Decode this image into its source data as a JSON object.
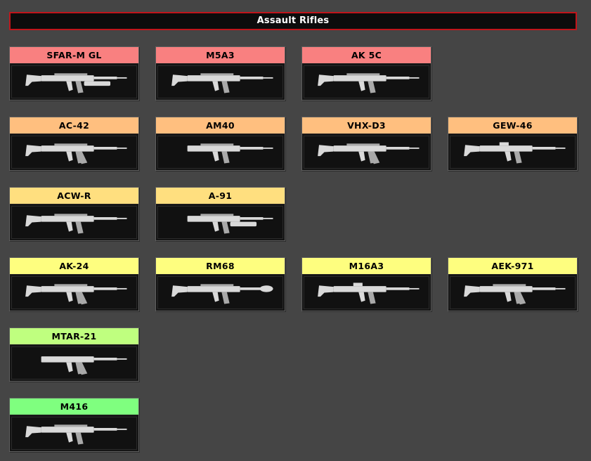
{
  "header": {
    "title": "Assault Rifles"
  },
  "colors": {
    "background": "#454545",
    "header_border": "#c0151b",
    "tier_1": "#f98080",
    "tier_2": "#ffbf7f",
    "tier_3": "#ffdf7f",
    "tier_4": "#fefe7f",
    "tier_5": "#bfff7f",
    "tier_6": "#7fff7f"
  },
  "tiers": [
    {
      "color": "#f98080",
      "weapons": [
        {
          "name": "SFAR-M GL",
          "icon": "sfar-m-gl-rifle-icon",
          "shape": "gl"
        },
        {
          "name": "M5A3",
          "icon": "m5a3-rifle-icon",
          "shape": "bullpup-short"
        },
        {
          "name": "AK 5C",
          "icon": "ak-5c-rifle-icon",
          "shape": "long"
        }
      ]
    },
    {
      "color": "#ffbf7f",
      "weapons": [
        {
          "name": "AC-42",
          "icon": "ac-42-rifle-icon",
          "shape": "bullpup"
        },
        {
          "name": "AM40",
          "icon": "am40-rifle-icon",
          "shape": "compact"
        },
        {
          "name": "VHX-D3",
          "icon": "vhx-d3-rifle-icon",
          "shape": "bullpup"
        },
        {
          "name": "GEW-46",
          "icon": "gew-46-rifle-icon",
          "shape": "g36"
        }
      ]
    },
    {
      "color": "#ffdf7f",
      "weapons": [
        {
          "name": "ACW-R",
          "icon": "acw-r-rifle-icon",
          "shape": "long"
        },
        {
          "name": "A-91",
          "icon": "a-91-rifle-icon",
          "shape": "compact-gl"
        }
      ]
    },
    {
      "color": "#fefe7f",
      "weapons": [
        {
          "name": "AK-24",
          "icon": "ak-24-rifle-icon",
          "shape": "ak"
        },
        {
          "name": "RM68",
          "icon": "rm68-rifle-icon",
          "shape": "suppressed"
        },
        {
          "name": "M16A3",
          "icon": "m16a3-rifle-icon",
          "shape": "m16"
        },
        {
          "name": "AEK-971",
          "icon": "aek-971-rifle-icon",
          "shape": "ak"
        }
      ]
    },
    {
      "color": "#bfff7f",
      "weapons": [
        {
          "name": "MTAR-21",
          "icon": "mtar-21-rifle-icon",
          "shape": "tavor"
        }
      ]
    },
    {
      "color": "#7fff7f",
      "weapons": [
        {
          "name": "M416",
          "icon": "m416-rifle-icon",
          "shape": "m4"
        }
      ]
    }
  ]
}
